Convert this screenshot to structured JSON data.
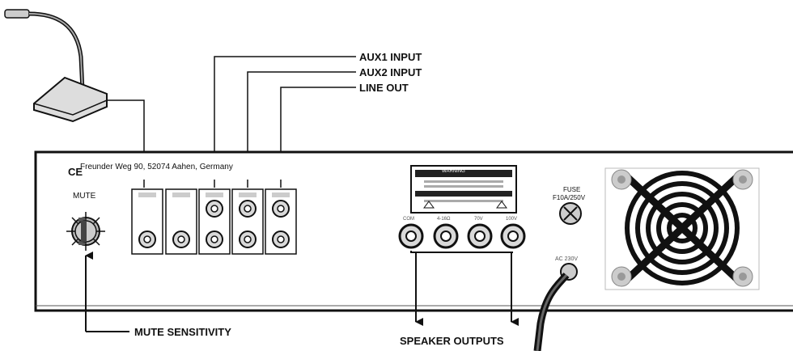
{
  "labels": {
    "aux1_input": "AUX1 INPUT",
    "aux2_input": "AUX2 INPUT",
    "line_out": "LINE OUT",
    "mute_sensitivity": "MUTE SENSITIVITY",
    "speaker_outputs": "SPEAKER OUTPUTS"
  },
  "panel": {
    "address": "Freunder Weg 90, 52074 Aahen, Germany",
    "ce_mark": "CE",
    "mute": "MUTE",
    "fuse_line1": "FUSE",
    "fuse_line2": "F10A/250V",
    "ac_label": "AC 230V",
    "speaker_terminals": [
      "COM",
      "4-16Ω",
      "70V",
      "100V"
    ],
    "warning_title": "WARNING"
  },
  "colors": {
    "line": "#111111",
    "panel_fill": "#ffffff",
    "jack_fill": "#d9d9d9",
    "warning_bg": "#222222"
  },
  "icons": [
    "microphone-icon",
    "mute-knob-icon",
    "fuse-holder-icon",
    "cooling-fan-icon",
    "power-cable-icon"
  ]
}
